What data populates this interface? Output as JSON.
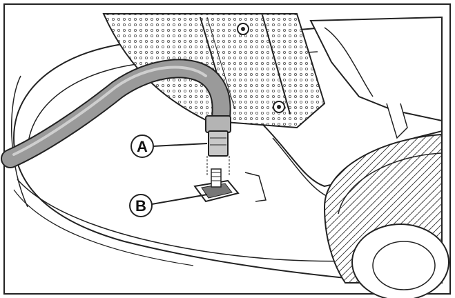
{
  "callouts": [
    {
      "id": "A",
      "label": "A"
    },
    {
      "id": "B",
      "label": "B"
    }
  ],
  "colors": {
    "ink": "#222222",
    "hose_fill": "#9a9a9a",
    "hose_highlight": "#cfcfcf",
    "tread_shade": "#d8d8d8",
    "background": "#ffffff"
  }
}
